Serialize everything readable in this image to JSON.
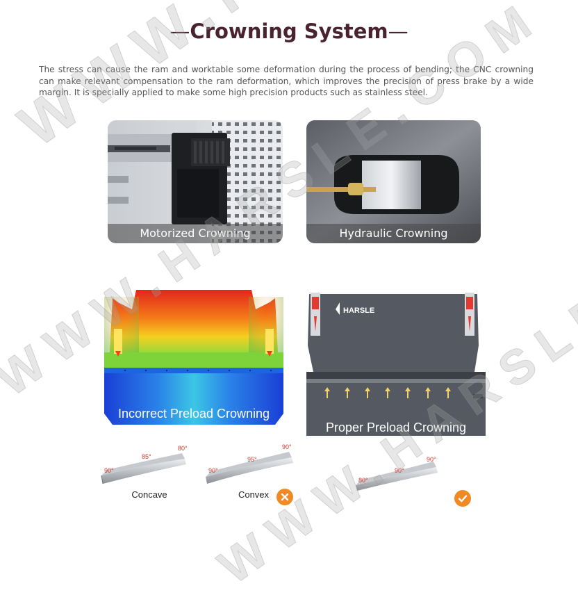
{
  "header": {
    "title": "Crowning System",
    "dash_left": "—",
    "dash_right": "—"
  },
  "intro_text": "The stress can cause the ram and worktable some deformation during the process of bending; the CNC crowning can make relevant compensation to the ram deformation, which improves the precision of press brake by a wide margin. It is specially applied to make some high precision products such as stainless steel.",
  "photos": [
    {
      "caption": "Motorized Crowning"
    },
    {
      "caption": "Hydraulic Crowning"
    }
  ],
  "machines": [
    {
      "caption": "Incorrect Preload Crowning"
    },
    {
      "caption": "Proper  Preload Crowning",
      "brand": "HARSLE"
    }
  ],
  "parts": [
    {
      "label": "Concave",
      "angles": [
        "90°",
        "85°",
        "80°"
      ]
    },
    {
      "label": "Convex",
      "angles": [
        "90°",
        "95°",
        "90°"
      ],
      "status_icon": "cross-icon"
    },
    {
      "label": "",
      "angles": [
        "80°",
        "90°",
        "90°"
      ],
      "status_icon": "check-icon"
    }
  ],
  "watermark": {
    "line1": "WWW.HARSLE.COM",
    "line2": "WWW.HARSLE.COM",
    "line3": "WWW.HARSLE.COM"
  },
  "colors": {
    "title": "#4a2330",
    "badge": "#f08a24",
    "machine_gray": "#555a62"
  }
}
